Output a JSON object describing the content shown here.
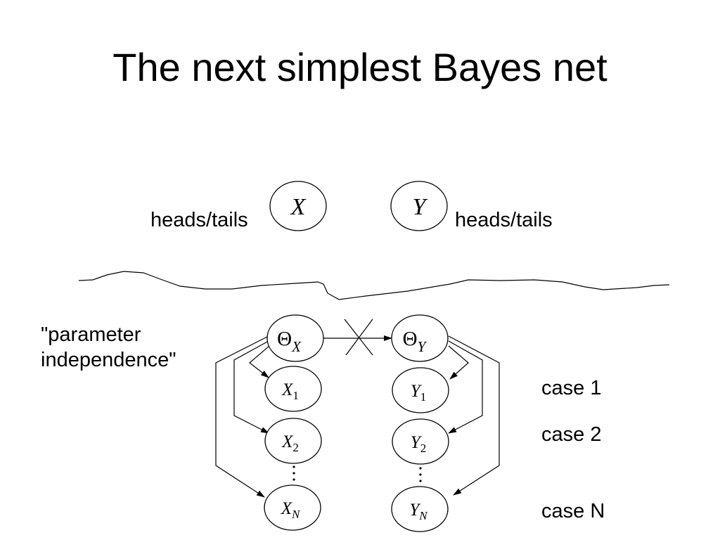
{
  "slide": {
    "title": "The next simplest Bayes net"
  },
  "top_net": {
    "labels": {
      "left": "heads/tails",
      "right": "heads/tails"
    },
    "nodes": [
      {
        "id": "X",
        "text": "X"
      },
      {
        "id": "Y",
        "text": "Y"
      }
    ]
  },
  "bottom_net": {
    "annotation": [
      "\"parameter",
      "independence\""
    ],
    "parameter_nodes": [
      {
        "id": "ThetaX",
        "base": "Θ",
        "sub": "X"
      },
      {
        "id": "ThetaY",
        "base": "Θ",
        "sub": "Y"
      }
    ],
    "case_nodes": {
      "X": [
        {
          "base": "X",
          "sub": "1"
        },
        {
          "base": "X",
          "sub": "2"
        },
        {
          "base": "X",
          "sub": "N"
        }
      ],
      "Y": [
        {
          "base": "Y",
          "sub": "1"
        },
        {
          "base": "Y",
          "sub": "2"
        },
        {
          "base": "Y",
          "sub": "N"
        }
      ]
    },
    "case_labels": [
      "case 1",
      "case 2",
      "case N"
    ]
  }
}
